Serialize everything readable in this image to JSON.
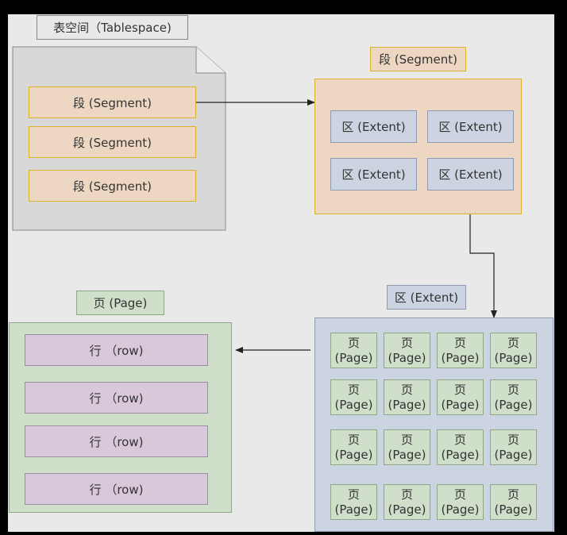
{
  "tablespace": {
    "title": "表空间（Tablespace)",
    "segments": [
      "段 (Segment)",
      "段 (Segment)",
      "段 (Segment)"
    ]
  },
  "segment": {
    "title": "段 (Segment)",
    "extents": [
      "区 (Extent)",
      "区 (Extent)",
      "区 (Extent)",
      "区 (Extent)"
    ]
  },
  "extent": {
    "title": "区 (Extent)",
    "page_char": "页",
    "page_name": "(Page)"
  },
  "page": {
    "title": "页 (Page)",
    "rows": [
      "行 （row)",
      "行 （row)",
      "行 （row)",
      "行 （row)"
    ]
  },
  "colors": {
    "canvas": "#e9e9e9",
    "segment_fill": "#edd7c2",
    "segment_border": "#d6b22e",
    "extent_fill": "#cbd4e0",
    "page_fill": "#d0dfc9",
    "row_fill": "#d8c8d9",
    "arrow": "#222222"
  }
}
